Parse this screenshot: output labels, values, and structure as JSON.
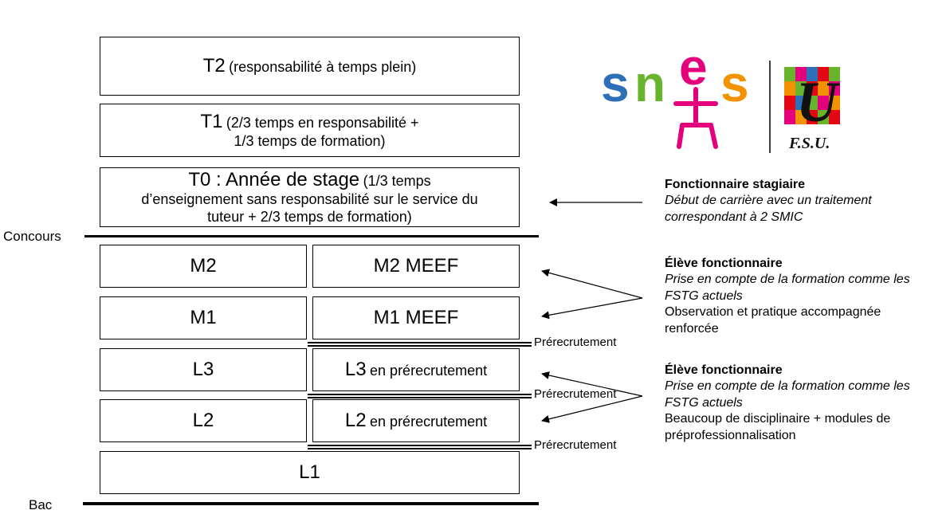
{
  "boxes": {
    "t2": {
      "main": "T2",
      "sub": "(responsabilité à temps plein)"
    },
    "t1": {
      "main": "T1",
      "sub1": "(2/3 temps en responsabilité +",
      "sub2": "1/3 temps de formation)"
    },
    "t0": {
      "main": "T0 :  Année de stage",
      "sub1": "(1/3 temps",
      "sub2": "d’enseignement sans responsabilité sur le service du",
      "sub3": "tuteur + 2/3 temps de formation)"
    },
    "m2": "M2",
    "m2meef": "M2 MEEF",
    "m1": "M1",
    "m1meef": "M1 MEEF",
    "l3": "L3",
    "l3p_main": "L3",
    "l3p_sub": "en prérecrutement",
    "l2": "L2",
    "l2p_main": "L2",
    "l2p_sub": "en prérecrutement",
    "l1": "L1"
  },
  "levels": {
    "concours": "Concours",
    "bac": "Bac"
  },
  "prerecrutement": [
    "Prérecrutement",
    "Prérecrutement",
    "Prérecrutement"
  ],
  "annotations": [
    {
      "title": "Fonctionnaire stagiaire",
      "italic": [
        "Début de carrière avec un traitement",
        "correspondant à 2 SMIC"
      ],
      "normal": []
    },
    {
      "title": "Élève fonctionnaire",
      "italic": [
        "Prise en compte de la formation comme les",
        "FSTG actuels"
      ],
      "normal": [
        "Observation et pratique accompagnée",
        "renforcée"
      ]
    },
    {
      "title": "Élève fonctionnaire",
      "italic": [
        "Prise en compte de la formation comme les",
        "FSTG actuels"
      ],
      "normal": [
        "Beaucoup de disciplinaire + modules de",
        "préprofessionnalisation"
      ]
    }
  ],
  "logo": {
    "snes_letters": [
      "s",
      "n",
      "e",
      "s"
    ],
    "snes_colors": [
      "#2d6fb8",
      "#6ab42d",
      "#e4007c",
      "#f39200"
    ],
    "fsu_letter": "U",
    "fsu_text": "F.S.U."
  }
}
